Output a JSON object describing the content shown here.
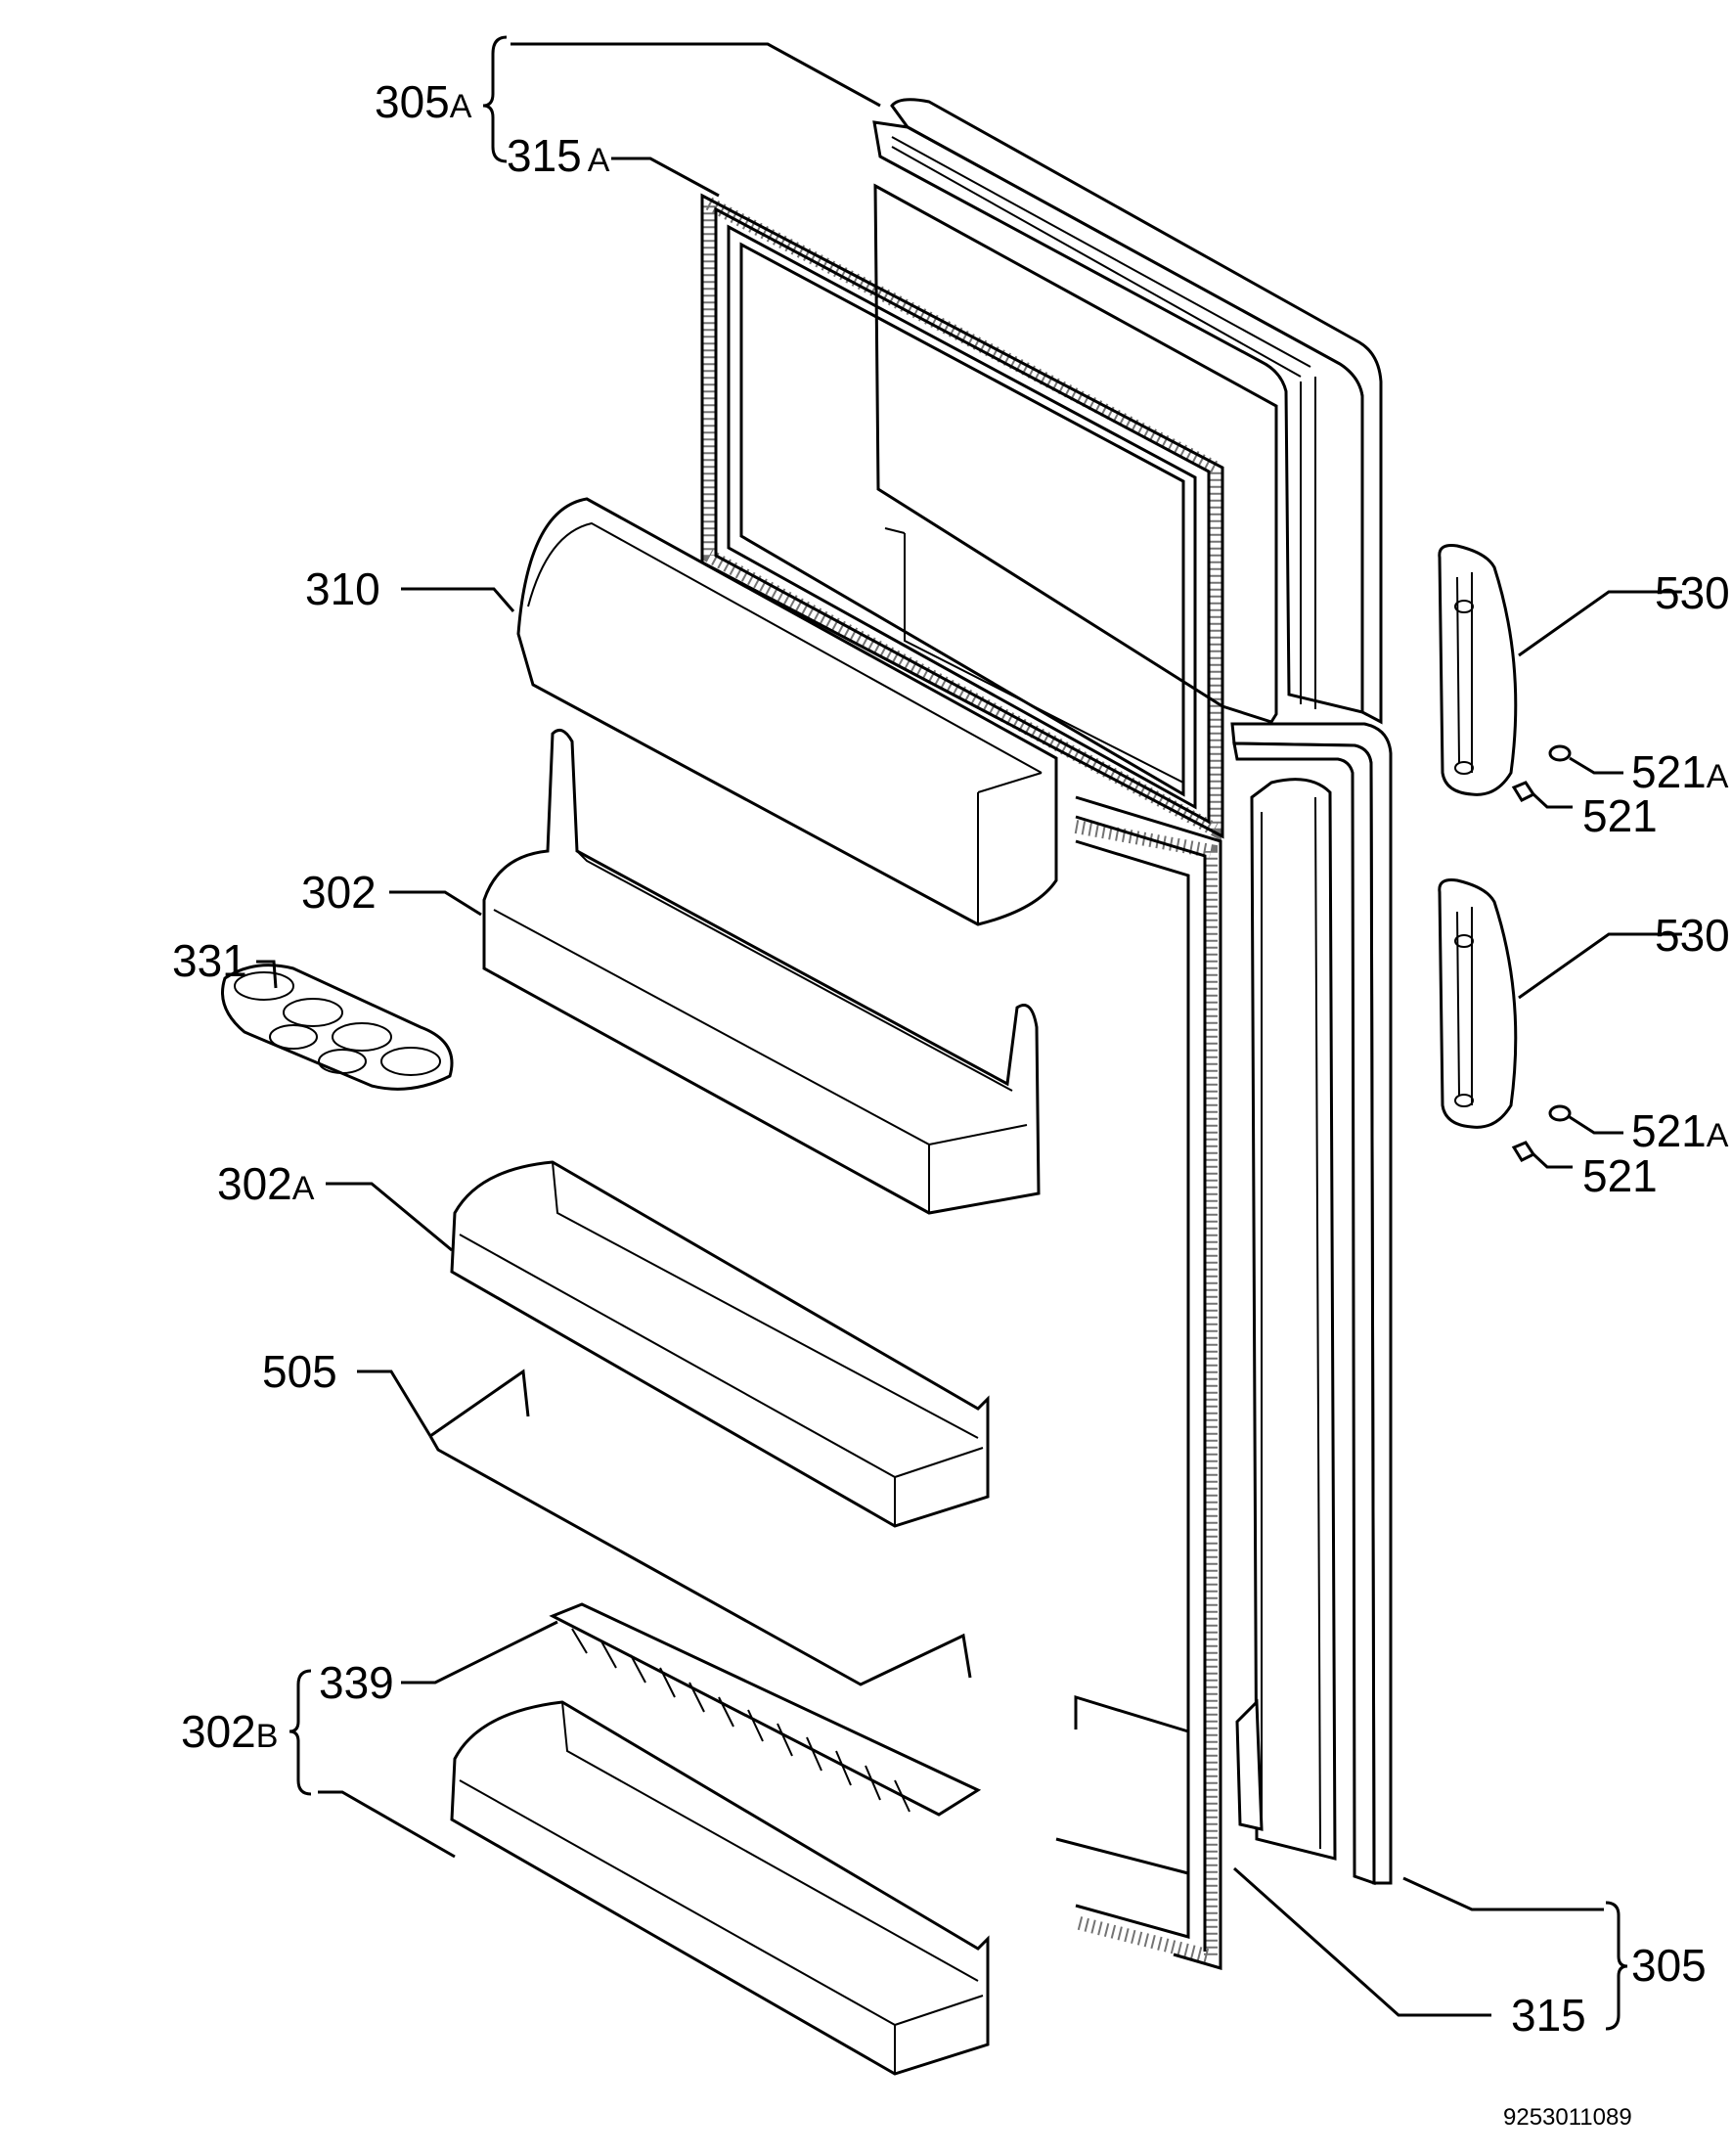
{
  "diagram": {
    "document_number": "9253011089",
    "callouts": [
      {
        "id": "305A",
        "num": "305",
        "suffix": "A"
      },
      {
        "id": "315A",
        "num": "315",
        "suffix": "A"
      },
      {
        "id": "310",
        "num": "310",
        "suffix": ""
      },
      {
        "id": "302",
        "num": "302",
        "suffix": ""
      },
      {
        "id": "331",
        "num": "331",
        "suffix": ""
      },
      {
        "id": "302A",
        "num": "302",
        "suffix": "A"
      },
      {
        "id": "505",
        "num": "505",
        "suffix": ""
      },
      {
        "id": "339",
        "num": "339",
        "suffix": ""
      },
      {
        "id": "302B",
        "num": "302",
        "suffix": "B"
      },
      {
        "id": "530a",
        "num": "530",
        "suffix": ""
      },
      {
        "id": "521Aa",
        "num": "521",
        "suffix": "A"
      },
      {
        "id": "521a",
        "num": "521",
        "suffix": ""
      },
      {
        "id": "530b",
        "num": "530",
        "suffix": ""
      },
      {
        "id": "521Ab",
        "num": "521",
        "suffix": "A"
      },
      {
        "id": "521b",
        "num": "521",
        "suffix": ""
      },
      {
        "id": "305",
        "num": "305",
        "suffix": ""
      },
      {
        "id": "315",
        "num": "315",
        "suffix": ""
      }
    ]
  }
}
